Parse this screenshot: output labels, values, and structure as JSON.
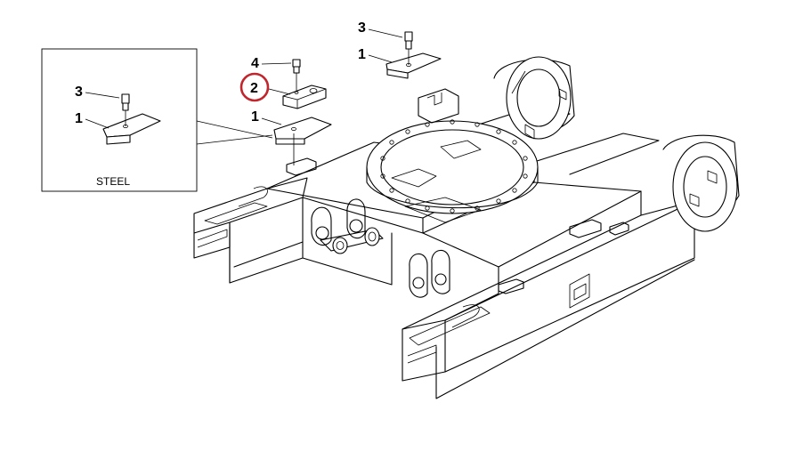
{
  "callouts": {
    "top_bolt": "3",
    "top_pad": "1",
    "mid_bolt": "4",
    "mid_block": "2",
    "mid_pad": "1",
    "inset_bolt": "3",
    "inset_pad": "1"
  },
  "inset": {
    "caption": "STEEL"
  },
  "highlight": {
    "color": "#c0262d",
    "target": "2"
  }
}
